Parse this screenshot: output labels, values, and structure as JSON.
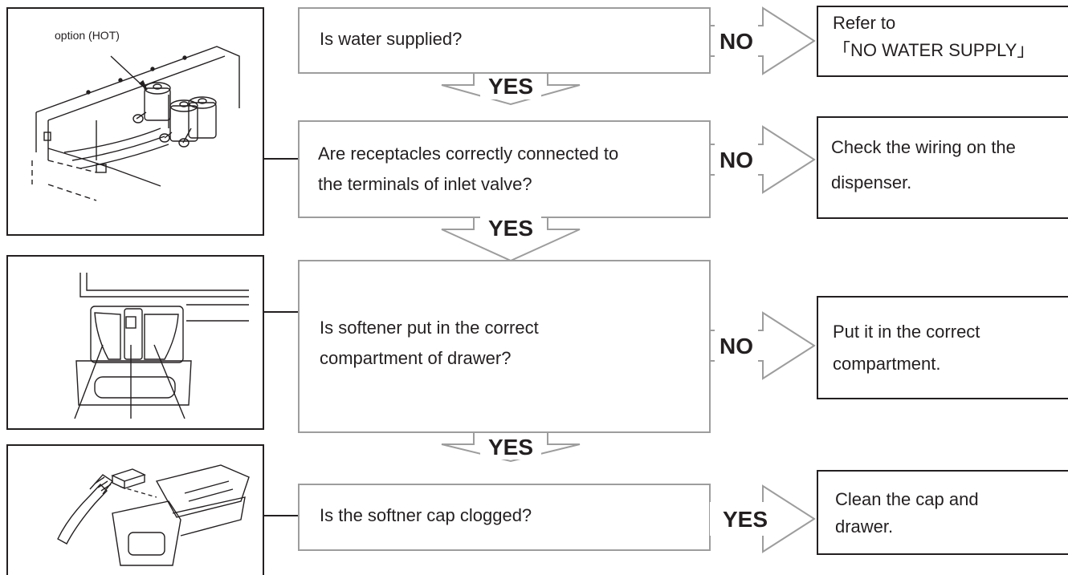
{
  "figures": {
    "figure1_callout": "option (HOT)"
  },
  "steps": [
    {
      "question_lines": [
        "Is water supplied?"
      ],
      "branch_label": "NO",
      "action_lines": [
        "Refer to",
        "「NO WATER SUPPLY」"
      ]
    },
    {
      "question_lines": [
        "Are receptacles correctly connected to",
        "the terminals of inlet valve?"
      ],
      "branch_label": "NO",
      "action_lines": [
        "Check the wiring on the",
        "dispenser."
      ]
    },
    {
      "question_lines": [
        "Is softener put in the correct",
        "compartment of drawer?"
      ],
      "branch_label": "NO",
      "action_lines": [
        "Put it in the correct",
        "compartment."
      ]
    },
    {
      "question_lines": [
        "Is the softner cap clogged?"
      ],
      "branch_label": "YES",
      "action_lines": [
        "Clean the cap and",
        "drawer."
      ]
    }
  ],
  "flow_labels": [
    "YES",
    "YES",
    "YES"
  ],
  "colors": {
    "box_outline": "#9d9d9d",
    "action_outline": "#231f20",
    "text": "#231f20",
    "background": "#ffffff"
  }
}
